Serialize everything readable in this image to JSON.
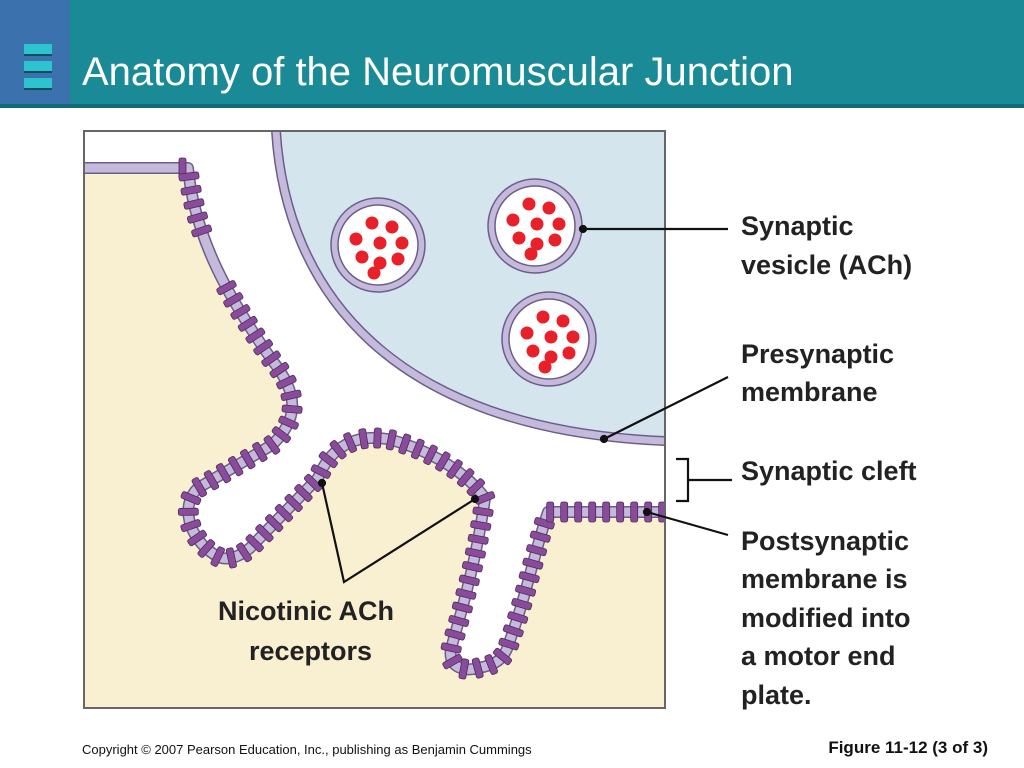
{
  "slide": {
    "title": "Anatomy of the Neuromuscular Junction"
  },
  "diagram": {
    "label_vesicle_line1": "Synaptic",
    "label_vesicle_line2": "vesicle (ACh)",
    "label_presyn_line1": "Presynaptic",
    "label_presyn_line2": "membrane",
    "label_cleft": "Synaptic cleft",
    "label_post_line1": "Postsynaptic",
    "label_post_line2": "membrane is",
    "label_post_line3": "modified into",
    "label_post_line4": "a motor end",
    "label_post_line5": "plate.",
    "label_receptors_line1": "Nicotinic ACh",
    "label_receptors_line2": "receptors"
  },
  "footer": {
    "copyright": "Copyright © 2007 Pearson Education, Inc., publishing as Benjamin Cummings",
    "figure": "Figure 11-12 (3 of 3)"
  },
  "colors": {
    "title_bar": "#1a8a97",
    "title_accent": "#3b72ad",
    "presynaptic_fill": "#d4e5ee",
    "muscle_fill": "#f9f0d2",
    "membrane": "#c5b9dc",
    "receptor": "#8a4c9a",
    "ach": "#e8202a"
  }
}
